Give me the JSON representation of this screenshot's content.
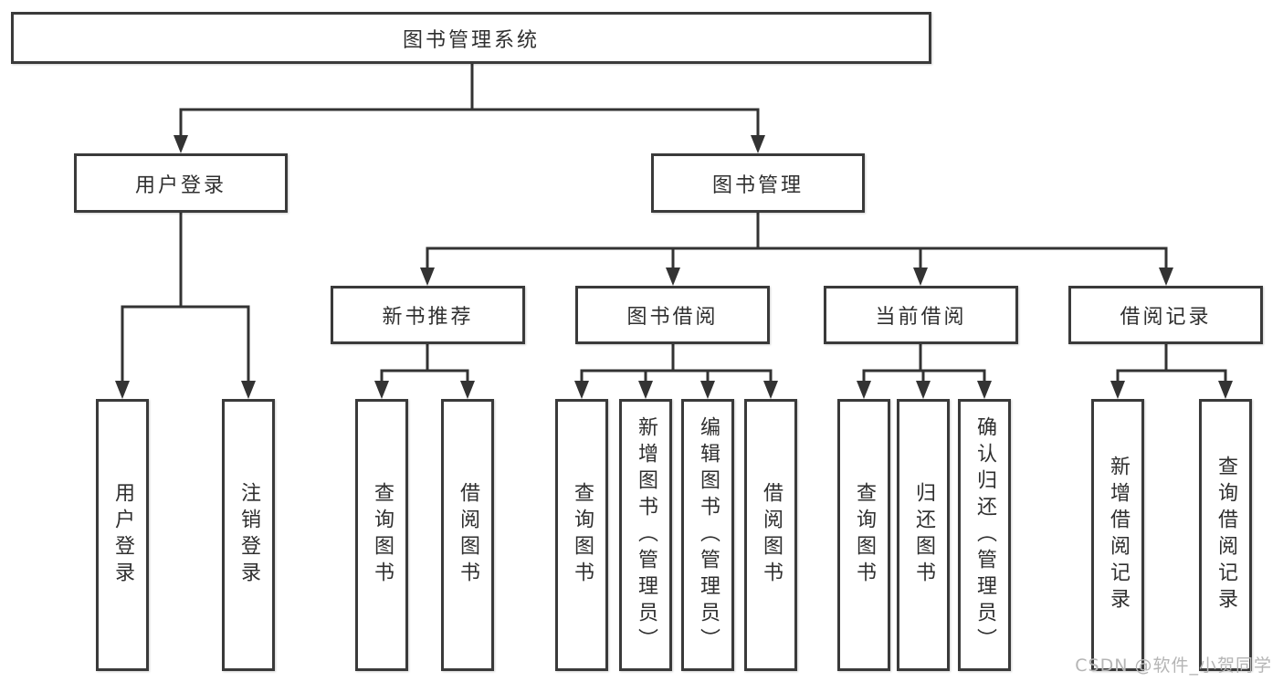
{
  "diagram": {
    "nodes": {
      "root": "图书管理系统",
      "user_login": "用户登录",
      "book_mgmt": "图书管理",
      "new_book_rec": "新书推荐",
      "book_borrow": "图书借阅",
      "current_borrow": "当前借阅",
      "borrow_record": "借阅记录",
      "leaf_user_login": "用户登录",
      "leaf_logout": "注销登录",
      "leaf_query_book_new": "查询图书",
      "leaf_borrow_book_new": "借阅图书",
      "leaf_query_book_borrow": "查询图书",
      "leaf_add_book_admin": "新增图书（管理员）",
      "leaf_edit_book_admin": "编辑图书（管理员）",
      "leaf_borrow_book_borrow": "借阅图书",
      "leaf_query_book_current": "查询图书",
      "leaf_return_book": "归还图书",
      "leaf_confirm_return_admin": "确认归还（管理员）",
      "leaf_add_borrow_record": "新增借阅记录",
      "leaf_query_borrow_record": "查询借阅记录"
    },
    "colors": {
      "line": "#333333",
      "border": "#3a3a3a",
      "text": "#2f2f2f",
      "watermark": "#b5b5b5"
    },
    "watermark": "CSDN @软件_小贺同学"
  }
}
